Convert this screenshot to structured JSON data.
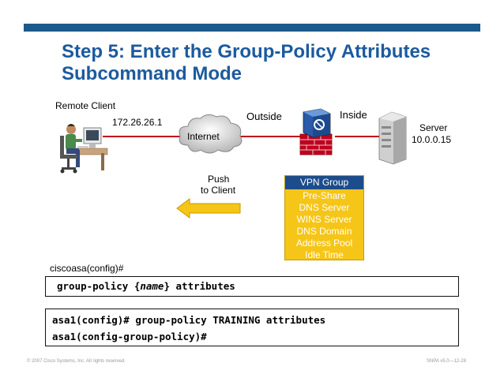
{
  "slide": {
    "title_line1": "Step 5: Enter the Group-Policy Attributes",
    "title_line2": "Subcommand Mode",
    "accent_color": "#1c5a9e",
    "bar_color": "#1c5a8c"
  },
  "diagram": {
    "remote_client_label": "Remote Client",
    "client_ip": "172.26.26.1",
    "cloud_label": "Internet",
    "outside_label": "Outside",
    "inside_label": "Inside",
    "server_label": "Server",
    "server_ip": "10.0.0.15",
    "push_line1": "Push",
    "push_line2": "to Client",
    "icons": [
      "person-at-computer-icon",
      "cloud-icon",
      "firewall-icon",
      "server-icon",
      "left-arrow-icon"
    ],
    "vpn_group": {
      "header": "VPN Group",
      "items": [
        "Pre-Share",
        "DNS Server",
        "WINS Server",
        "DNS Domain",
        "Address Pool",
        "Idle Time"
      ],
      "box_color": "#f5c518",
      "header_color": "#1c4c8c"
    }
  },
  "commands": {
    "prompt_label": "ciscoasa(config)#",
    "syntax_prefix": "group-policy {",
    "syntax_param": "name",
    "syntax_suffix": "} attributes",
    "example_line1": "asa1(config)# group-policy TRAINING attributes",
    "example_line2": "asa1(config-group-policy)#"
  },
  "footer": {
    "copyright": "© 2007 Cisco Systems, Inc. All rights reserved.",
    "course": "SNPA v5.0—12-28"
  }
}
